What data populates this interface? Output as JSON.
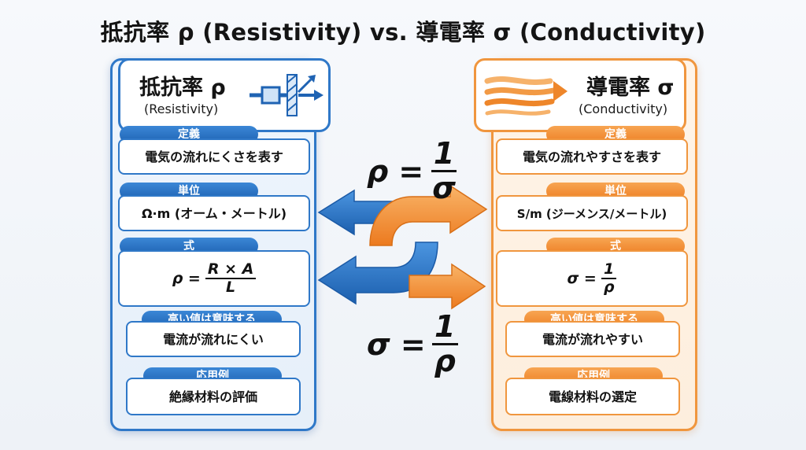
{
  "title": "抵抗率 ρ (Resistivity) vs. 導電率 σ (Conductivity)",
  "left": {
    "heading": "抵抗率 ρ",
    "subheading": "(Resistivity)",
    "definition_label": "定義",
    "definition": "電気の流れにくさを表す",
    "unit_label": "単位",
    "unit": "Ω·m (オーム・メートル)",
    "formula_label": "式",
    "formula_lhs": "ρ =",
    "formula_num": "R × A",
    "formula_den": "L",
    "high_value_label": "高い値は意味する",
    "high_value": "電流が流れにくい",
    "application_label": "応用例",
    "application": "絶縁材料の評価"
  },
  "right": {
    "heading": "導電率 σ",
    "subheading": "(Conductivity)",
    "definition_label": "定義",
    "definition": "電気の流れやすさを表す",
    "unit_label": "単位",
    "unit": "S/m (ジーメンス/メートル)",
    "formula_label": "式",
    "formula_lhs": "σ =",
    "formula_num": "1",
    "formula_den": "ρ",
    "high_value_label": "高い値は意味する",
    "high_value": "電流が流れやすい",
    "application_label": "応用例",
    "application": "電線材料の選定"
  },
  "center": {
    "eq_top_lhs": "ρ =",
    "eq_top_num": "1",
    "eq_top_den": "σ",
    "eq_bottom_lhs": "σ =",
    "eq_bottom_num": "1",
    "eq_bottom_den": "ρ"
  },
  "colors": {
    "blue": "#2f78c8",
    "orange": "#f0963e"
  },
  "icons": {
    "left": "resistor-barrier-icon",
    "right": "flow-lines-icon"
  }
}
